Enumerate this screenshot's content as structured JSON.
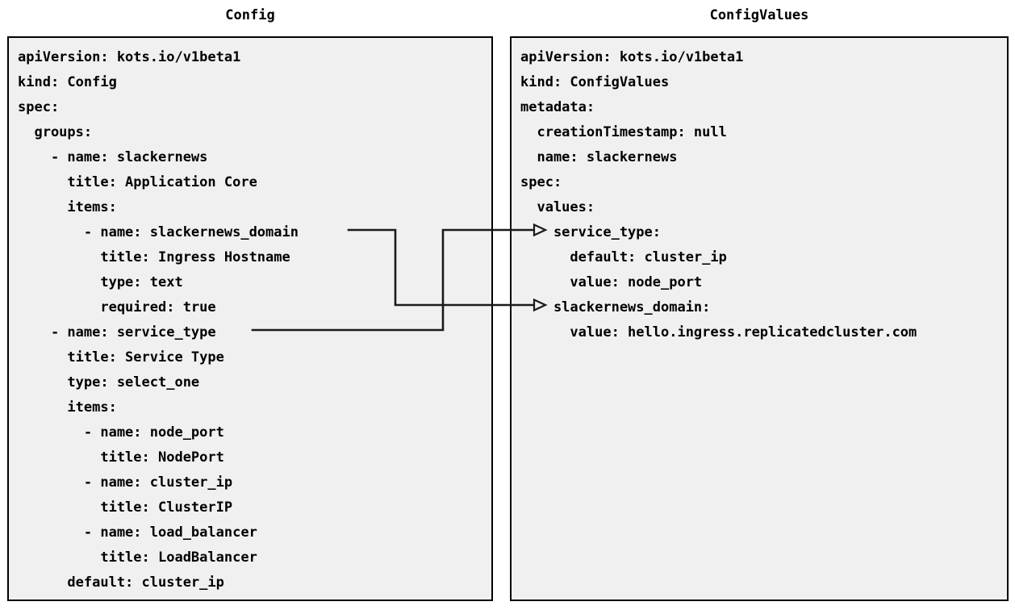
{
  "panels": {
    "config": {
      "title": "Config",
      "lines": [
        "apiVersion: kots.io/v1beta1",
        "kind: Config",
        "spec:",
        "  groups:",
        "    - name: slackernews",
        "      title: Application Core",
        "      items:",
        "        - name: slackernews_domain",
        "          title: Ingress Hostname",
        "          type: text",
        "          required: true",
        "    - name: service_type",
        "      title: Service Type",
        "      type: select_one",
        "      items:",
        "        - name: node_port",
        "          title: NodePort",
        "        - name: cluster_ip",
        "          title: ClusterIP",
        "        - name: load_balancer",
        "          title: LoadBalancer",
        "      default: cluster_ip"
      ]
    },
    "configvalues": {
      "title": "ConfigValues",
      "lines": [
        "apiVersion: kots.io/v1beta1",
        "kind: ConfigValues",
        "metadata:",
        "  creationTimestamp: null",
        "  name: slackernews",
        "spec:",
        "  values:",
        "    service_type:",
        "      default: cluster_ip",
        "      value: node_port",
        "    slackernews_domain:",
        "      value: hello.ingress.replicatedcluster.com"
      ]
    }
  },
  "connectors": [
    {
      "id": "slackernews-domain-link",
      "from_label": "slackernews_domain",
      "to_label": "slackernews_domain:",
      "arrow": "open-triangle-right"
    },
    {
      "id": "service-type-link",
      "from_label": "service_type",
      "to_label": "service_type:",
      "arrow": "open-triangle-right"
    }
  ],
  "colors": {
    "page_background": "#ffffff",
    "panel_background": "#f0f0f0",
    "panel_border": "#000000",
    "text": "#000000",
    "connector_line": "#1a1a1a"
  }
}
